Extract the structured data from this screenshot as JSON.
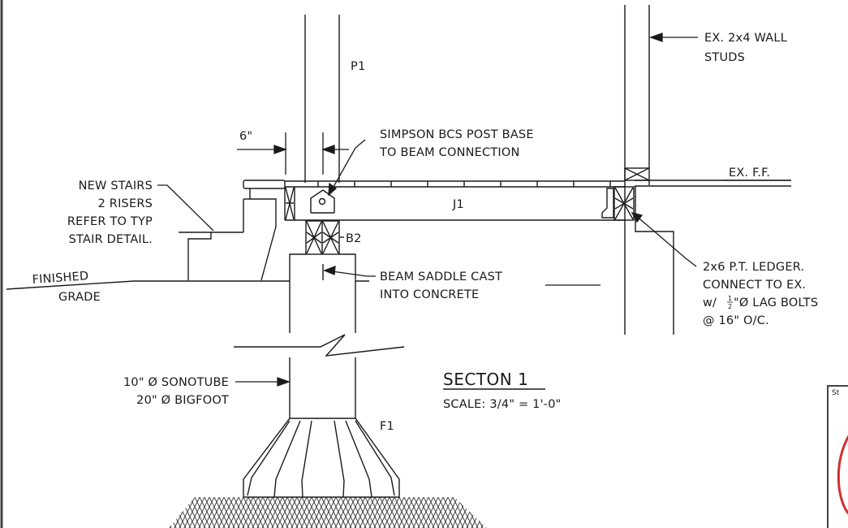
{
  "labels": {
    "wall_studs_1": "EX. 2x4 WALL",
    "wall_studs_2": "STUDS",
    "post": "P1",
    "dim_6in": "6\"",
    "simpson_1": "SIMPSON BCS POST BASE",
    "simpson_2": "TO BEAM CONNECTION",
    "ex_ff": "EX. F.F.",
    "stairs_1": "NEW STAIRS",
    "stairs_2": "2 RISERS",
    "stairs_3": "REFER TO TYP",
    "stairs_4": "STAIR DETAIL.",
    "joist": "J1",
    "beam": "B2",
    "finished": "FINISHED",
    "grade": "GRADE",
    "saddle_1": "BEAM SADDLE CAST",
    "saddle_2": "INTO CONCRETE",
    "ledger_1": "2x6 P.T. LEDGER.",
    "ledger_2": "CONNECT TO EX.",
    "ledger_3_pre": "w/ ",
    "ledger_3_num": "1",
    "ledger_3_den": "2",
    "ledger_3_post": "\"Ø LAG BOLTS",
    "ledger_4": "@ 16\" O/C.",
    "sonotube": "10\" Ø SONOTUBE",
    "bigfoot": "20\" Ø BIGFOOT",
    "footing": "F1",
    "section_title": "SECTON 1",
    "scale": "SCALE: 3/4\" = 1'-0\"",
    "stamp_text": "St"
  },
  "colors": {
    "ink": "#1a1a1a",
    "stamp_red": "#d03030",
    "frame_gray": "#444444"
  }
}
